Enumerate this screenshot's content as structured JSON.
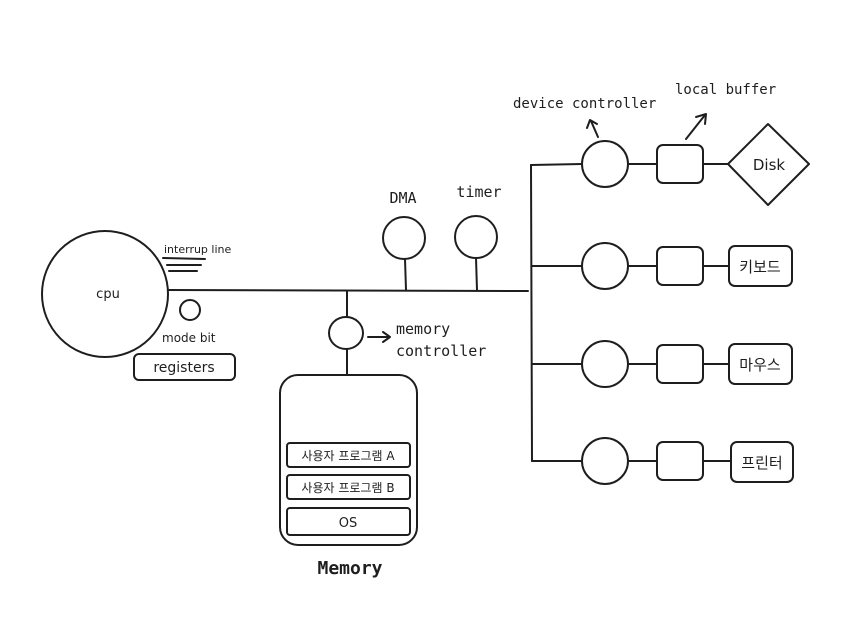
{
  "cpu": {
    "label": "cpu",
    "interrupt_line_label": "interrup line",
    "mode_bit_label": "mode bit",
    "registers_label": "registers"
  },
  "bus_devices": {
    "dma_label": "DMA",
    "timer_label": "timer"
  },
  "memory": {
    "controller_label_line1": "memory",
    "controller_label_line2": "controller",
    "title": "Memory",
    "slots": [
      "사용자 프로그램 A",
      "사용자 프로그램 B",
      "OS"
    ]
  },
  "io": {
    "device_controller_label": "device controller",
    "local_buffer_label": "local buffer",
    "devices": [
      "Disk",
      "키보드",
      "마우스",
      "프린터"
    ]
  },
  "colors": {
    "stroke": "#1e1e1e",
    "background": "#ffffff"
  }
}
